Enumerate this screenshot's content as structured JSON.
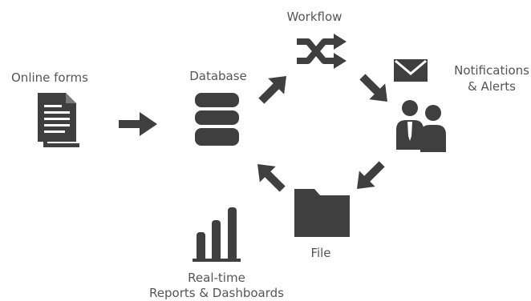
{
  "labels": {
    "online_forms": "Online forms",
    "database": "Database",
    "workflow": "Workflow",
    "notifications_line1": "Notifications",
    "notifications_line2": "& Alerts",
    "file": "File",
    "reports_line1": "Real-time",
    "reports_line2": "Reports & Dashboards"
  },
  "colors": {
    "icon": "#3f3f3f",
    "text": "#555555",
    "background": "#ffffff"
  },
  "icons": [
    "document-icon",
    "database-icon",
    "shuffle-icon",
    "envelope-icon",
    "users-icon",
    "folder-icon",
    "bar-chart-icon",
    "arrow-icon"
  ]
}
